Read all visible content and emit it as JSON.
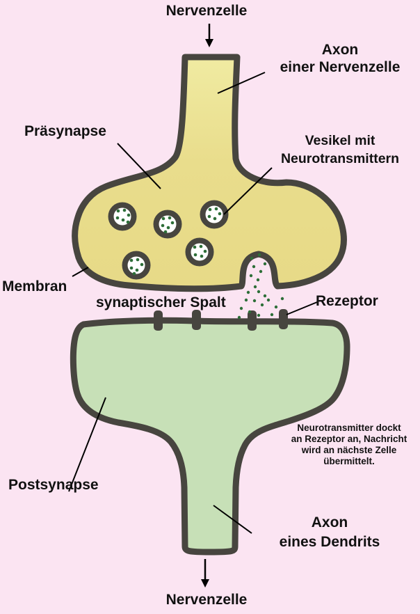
{
  "title_context": "Synapse diagram",
  "labels": {
    "nervenzelle_top": "Nervenzelle",
    "axon_top": {
      "line1": "Axon",
      "line2": "einer Nervenzelle"
    },
    "praesynapse": "Präsynapse",
    "vesikel": {
      "line1": "Vesikel mit",
      "line2": "Neurotransmittern"
    },
    "membran": "Membran",
    "synaptischer_spalt": "synaptischer Spalt",
    "rezeptor": "Rezeptor",
    "note": {
      "line1": "Neurotransmitter dockt",
      "line2": "an Rezeptor an, Nachricht",
      "line3": "wird an nächste Zelle",
      "line4": "übermittelt."
    },
    "postsynapse": "Postsynapse",
    "axon_bottom": {
      "line1": "Axon",
      "line2": "eines Dendrits"
    },
    "nervenzelle_bottom": "Nervenzelle"
  },
  "icons": {
    "top_arrow": "down-arrow-icon",
    "bottom_arrow": "down-arrow-icon"
  },
  "colors": {
    "background": "#fbe4f2",
    "presynapse_fill": "#e9dd8c",
    "presynapse_fill_light": "#f0eba2",
    "postsynapse_fill": "#c7e0b7",
    "outline": "#47453f",
    "vesicle_fill": "#ffffff",
    "transmitter_dot": "#2d6e38",
    "text": "#111111",
    "pointer_line": "#000000"
  }
}
